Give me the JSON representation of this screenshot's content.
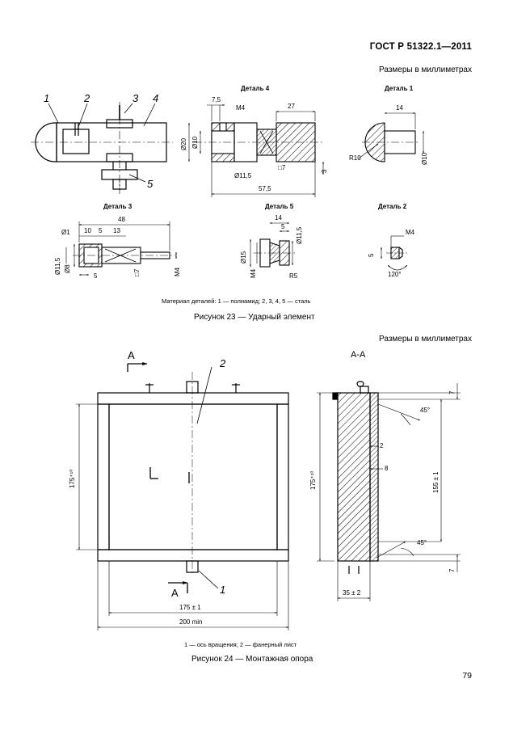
{
  "header": {
    "standard": "ГОСТ Р 51322.1—2011"
  },
  "units_note": "Размеры в миллиметрах",
  "figure23": {
    "detail_titles": [
      "Деталь 4",
      "Деталь 1",
      "Деталь 3",
      "Деталь 5",
      "Деталь 2"
    ],
    "callouts": [
      "1",
      "2",
      "3",
      "4",
      "5"
    ],
    "detail4_dims": {
      "d1": "7,5",
      "d2": "M4",
      "d3": "27",
      "d4": "Ø20",
      "d5": "Ø10",
      "d6": "Ø11,5",
      "d7": "□7",
      "d8": "3",
      "d9": "57,5"
    },
    "detail1_dims": {
      "d1": "14",
      "d2": "R10",
      "d3": "Ø10"
    },
    "detail3_dims": {
      "d1": "48",
      "d2": "Ø1",
      "d3": "10",
      "d4": "5",
      "d5": "13",
      "d6": "Ø11,5",
      "d7": "Ø8",
      "d8": "5",
      "d9": "□7",
      "d10": "M4"
    },
    "detail5_dims": {
      "d1": "14",
      "d2": "5",
      "d3": "Ø11,5",
      "d4": "Ø15",
      "d5": "M4",
      "d6": "R5"
    },
    "detail2_dims": {
      "d1": "M4",
      "d2": "5",
      "d3": "120°"
    },
    "material_note": "Материал деталей: 1 — полиамид; 2, 3, 4, 5 — сталь",
    "caption": "Рисунок 23 — Ударный элемент"
  },
  "figure24": {
    "section_label": "A-A",
    "cut_label": "A",
    "callouts": [
      "1",
      "2"
    ],
    "front_dims": {
      "height": "175⁺¹⁰",
      "width_inner": "175 ± 1",
      "width_outer": "200 min"
    },
    "section_dims": {
      "height": "175⁺¹⁰",
      "top_gap": "7",
      "angle_top": "45°",
      "t1": "2",
      "t2": "8",
      "inner": "155 ± 1",
      "angle_bottom": "45°",
      "bottom_gap": "7",
      "depth": "35 ± 2"
    },
    "legend": "1 — ось вращения; 2 — фанерный лист",
    "caption": "Рисунок 24 — Монтажная опора"
  },
  "page_number": "79"
}
